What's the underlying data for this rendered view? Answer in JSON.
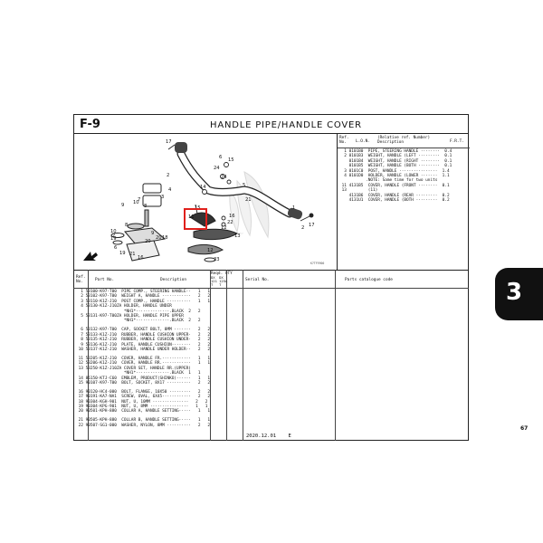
{
  "figure": {
    "code": "F-9",
    "title": "HANDLE PIPE/HANDLE COVER"
  },
  "page_number": "67",
  "chapter_tab": "3",
  "footer_date": "2020.12.01",
  "footer_code": "E",
  "diagram_code": "K7TF9900",
  "ref_table": {
    "headers": [
      "Ref.\nNo.",
      "L.O.N.",
      "(Relative ref. Number)\nDescription",
      "F.R.T."
    ],
    "rows": [
      "  1 0101B0  PIPE, STEERING HANDLE ········  0.4",
      "  2 0101B3  WEIGHT, HANDLE (LEFT ·········  0.1",
      "    0101B4  WEIGHT, HANDLE (RIGHT ········  0.1",
      "    0101B5  WEIGHT, HANDLE (BOTH ·········  0.1",
      "  3 0101C0  POST, HANDLE ················  1.4",
      "  4 0101D0  HOLDER, HANDLE (LOWER ·······  1.1",
      "           .NOTE: Same time for two units",
      " 11 4131B5  COVER, HANDLE (FRONT ········  0.1",
      " 13         (11)",
      "    4131B6  COVER, HANDLE (REAR ·········  0.2",
      "    4131U1  COVER, HANDLE (BOTH ·········  0.2"
    ]
  },
  "parts_table": {
    "headers": {
      "ref": "Ref.\nNo.",
      "part": "Part No.",
      "desc": "Description",
      "reqd": "Reqd. QTY",
      "reqd_sub": "DX  DX\n121 125A\nT   T",
      "serial": "Serial No.",
      "catalogue": "Parts catalogue code"
    },
    "groups": [
      [
        "  1 53100-K97-T00  PIPE COMP., STEERING HANDLE··   1   1",
        "  2 53102-K97-T00  WEIGHT A, HANDLE ············   2   2",
        "  3 53110-K1Z-J10  POST COMP., HANDLE ··········   1   1",
        "  4 53130-K1Z-J10ZA HOLDER, HANDLE UNDER",
        "                    *NH1*··············.BLACK  2   2",
        "  5 53131-K97-T00ZA HOLDER, HANDLE PIPE UPPER",
        "                    *NH1*··············.BLACK  2   2"
      ],
      [
        "  6 53132-K97-T00  CAP, SOCKET BOLT, 8MM ·······   2   2",
        "  7 53133-K1Z-J10  RUBBER, HANDLE CUSHION UPPER·   2   2",
        "  8 53135-K1Z-J10  RUBBER, HANDLE CUSHION UNDER·   2   2",
        "  9 53136-K1Z-J10  PLATE, HANDLE CUSHION········   2   2",
        " 10 53137-K1Z-J10  WASHER, HANDLE UNDER HOLDER··   2   2"
      ],
      [
        " 11 53205-K1Z-J10  COVER, HANDLE FR.············   1   1",
        " 12 53206-K1Z-J10  COVER, HANDLE RR.············   1   1",
        " 13 53250-K1Z-J10ZA COVER SET, HANDLE RR.(UPPER)",
        "                    *NH1*··············.BLACK  1   1",
        " 14 86150-KTJ-C60  EMBLEM, PRODUCT(SHINKO)······   1   1",
        " 15 90107-K97-T00  BOLT, SOCKET, 8X17 ··········   2   2"
      ],
      [
        " 16 90120-HC4-000  BOLT, FLANGE, 10X50 ·········   2   2",
        " 17 90191-KA7-NA1  SCREW, OVAL, 6X45············   2   2",
        " 18 90304-KGH-901  NUT, U, 10MM ···············   2   2",
        " 19 90304-KPG-901  NUT, U, 8MM ················   1   1",
        " 20 90501-KPH-880  COLLAR A, HANDLE SETTING·····   1   1"
      ],
      [
        " 21 90505-KPH-880  COLLAR B, HANDLE SETTING·····   1   1",
        " 22 90507-SG1-000  WASHER, NYLON, 8MM ··········   2   2"
      ]
    ]
  },
  "callouts": [
    {
      "n": "17",
      "p": [
        183,
        158
      ]
    },
    {
      "n": "6",
      "p": [
        242,
        175
      ]
    },
    {
      "n": "15",
      "p": [
        252,
        178
      ]
    },
    {
      "n": "24",
      "p": [
        236,
        187
      ]
    },
    {
      "n": "24",
      "p": [
        244,
        197
      ]
    },
    {
      "n": "2",
      "p": [
        184,
        195
      ]
    },
    {
      "n": "4",
      "p": [
        186,
        211
      ]
    },
    {
      "n": "3",
      "p": [
        178,
        219
      ]
    },
    {
      "n": "5",
      "p": [
        268,
        206
      ]
    },
    {
      "n": "14",
      "p": [
        221,
        208
      ]
    },
    {
      "n": "21",
      "p": [
        271,
        222
      ]
    },
    {
      "n": "8",
      "p": [
        159,
        229
      ]
    },
    {
      "n": "10",
      "p": [
        147,
        225
      ]
    },
    {
      "n": "9",
      "p": [
        134,
        228
      ]
    },
    {
      "n": "7",
      "p": [
        152,
        222
      ]
    },
    {
      "n": "16",
      "p": [
        253,
        240
      ]
    },
    {
      "n": "22",
      "p": [
        251,
        247
      ]
    },
    {
      "n": "15",
      "p": [
        215,
        231
      ]
    },
    {
      "n": "11",
      "p": [
        208,
        241
      ]
    },
    {
      "n": "12",
      "p": [
        244,
        253
      ]
    },
    {
      "n": "13",
      "p": [
        259,
        262
      ]
    },
    {
      "n": "7",
      "p": [
        124,
        262
      ]
    },
    {
      "n": "8",
      "p": [
        138,
        250
      ]
    },
    {
      "n": "10",
      "p": [
        122,
        257
      ]
    },
    {
      "n": "19",
      "p": [
        122,
        265
      ]
    },
    {
      "n": "6",
      "p": [
        126,
        275
      ]
    },
    {
      "n": "9",
      "p": [
        167,
        259
      ]
    },
    {
      "n": "20",
      "p": [
        172,
        264
      ]
    },
    {
      "n": "18",
      "p": [
        179,
        264
      ]
    },
    {
      "n": "20",
      "p": [
        160,
        268
      ]
    },
    {
      "n": "16",
      "p": [
        152,
        286
      ]
    },
    {
      "n": "19",
      "p": [
        132,
        281
      ]
    },
    {
      "n": "21",
      "p": [
        143,
        282
      ]
    },
    {
      "n": "1",
      "p": [
        323,
        231
      ]
    },
    {
      "n": "2",
      "p": [
        333,
        253
      ]
    },
    {
      "n": "17",
      "p": [
        341,
        250
      ]
    },
    {
      "n": "12",
      "p": [
        229,
        278
      ]
    },
    {
      "n": "23",
      "p": [
        236,
        288
      ]
    }
  ],
  "icons": {
    "front_arrow": "front-arrow-icon",
    "honda_wing": "honda-wing-watermark"
  }
}
